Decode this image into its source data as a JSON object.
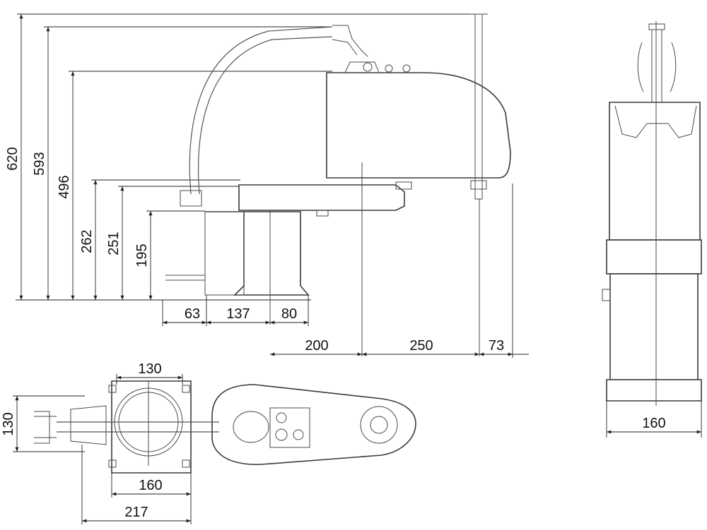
{
  "side_view": {
    "vertical_dimensions": [
      "620",
      "593",
      "496",
      "262",
      "251",
      "195"
    ],
    "base_dimensions": [
      "63",
      "137",
      "80"
    ],
    "reach_dimensions": [
      "200",
      "250",
      "73"
    ]
  },
  "front_view": {
    "width_dimension": "160"
  },
  "top_view": {
    "dimensions": {
      "top_width": "130",
      "left_height": "130",
      "base_width": "160",
      "overall_width": "217"
    }
  }
}
